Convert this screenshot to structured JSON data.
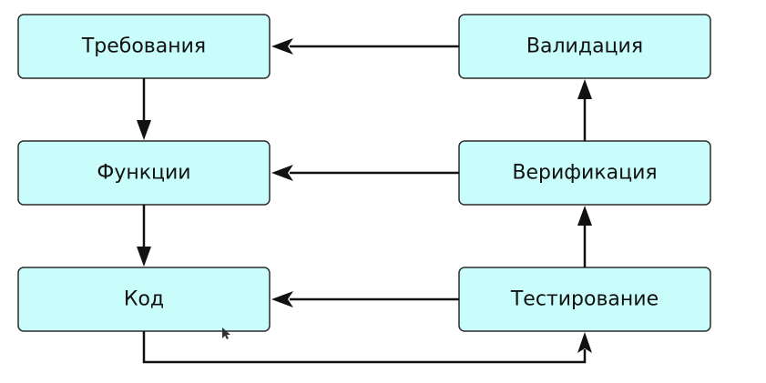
{
  "diagram": {
    "nodes": {
      "requirements": "Требования",
      "functions": "Функции",
      "code": "Код",
      "validation": "Валидация",
      "verification": "Верификация",
      "testing": "Тестирование"
    },
    "colors": {
      "box_fill": "#c8fdfb",
      "box_stroke": "#2b2b2b",
      "arrow": "#111111"
    }
  }
}
